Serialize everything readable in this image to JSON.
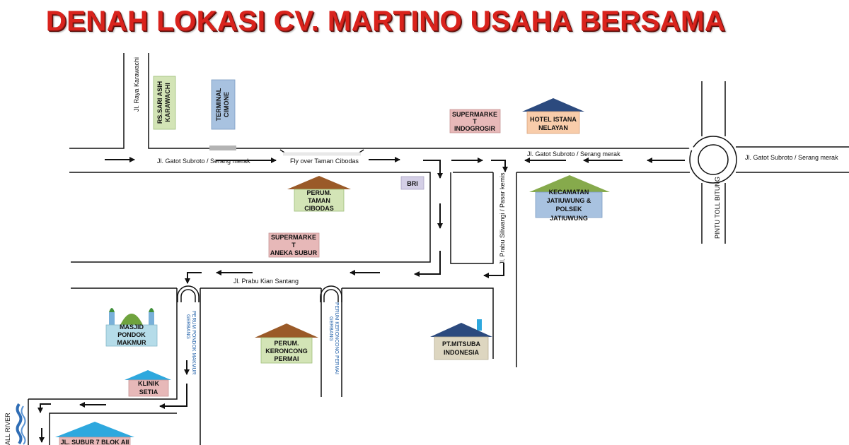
{
  "title": "DENAH LOKASI CV. MARTINO USAHA BERSAMA",
  "roads": {
    "raya_karawachi": "Jl. Raya Karawachi",
    "gatot_left": "Jl. Gatot Subroto / Serang merak",
    "flyover": "Fly over Taman Cibodas",
    "gatot_mid": "Jl. Gatot Subroto / Serang merak",
    "gatot_right": "Jl. Gatot Subroto / Serang merak",
    "prabu_siliwangi": "Jl. Prabu Siliwangi / Pasar kemis",
    "pintu_toll": "PINTU TOLL BITUNG",
    "prabu_kian_santang": "Jl. Prabu Kian Santang",
    "river": "ALL RIVER"
  },
  "landmarks": {
    "rs_sari_asih": [
      "RS.SARI ASIH",
      "KARAWACHI"
    ],
    "terminal_cimone": [
      "TERMINAL",
      "CIMONE"
    ],
    "supermarket_indogrosir": [
      "SUPERMARKE",
      "T",
      "INDOGROSIR"
    ],
    "hotel_istana_nelayan": [
      "HOTEL ISTANA",
      "NELAYAN"
    ],
    "bri": "BRI",
    "perum_taman_cibodas": [
      "PERUM.",
      "TAMAN",
      "CIBODAS"
    ],
    "kecamatan_jatiuwung": [
      "KECAMATAN",
      "JATIUWUNG &",
      "POLSEK",
      "JATIUWUNG"
    ],
    "supermarket_aneka_subur": [
      "SUPERMARKE",
      "T",
      "ANEKA SUBUR"
    ],
    "masjid_pondok_makmur": [
      "MASJID",
      "PONDOK",
      "MAKMUR"
    ],
    "perum_keroncong_permai": [
      "PERUM.",
      "KERONCONG",
      "PERMAI"
    ],
    "pt_mitsuba": [
      "PT.MITSUBA",
      "INDONESIA"
    ],
    "klinik_setia": [
      "KLINIK",
      "SETIA"
    ],
    "jl_subur_7": "JL. SUBUR 7 BLOK AII"
  },
  "gates": {
    "pondok_makmur": [
      "GERBANG",
      "PERUM PONDOK MAKMUR"
    ],
    "keroncong_permai": [
      "GERBANG",
      "PERUM KERONCONG PERMAI"
    ]
  },
  "colors": {
    "title": "#d9231d",
    "green_box": "#d3e4b6",
    "blue_box": "#a8c2e0",
    "pink_box": "#e7b8b8",
    "peach_box": "#f8ccaa",
    "lavender_box": "#d4cfe6",
    "tan_box": "#ddd6c0",
    "teal_box": "#b5dce9",
    "roof_brown": "#9a5a28",
    "roof_navy": "#2c4a7e",
    "roof_green": "#86aa4c",
    "roof_cyan": "#2ea8de",
    "river_blue": "#2f6db5",
    "road_line": "#111111"
  }
}
